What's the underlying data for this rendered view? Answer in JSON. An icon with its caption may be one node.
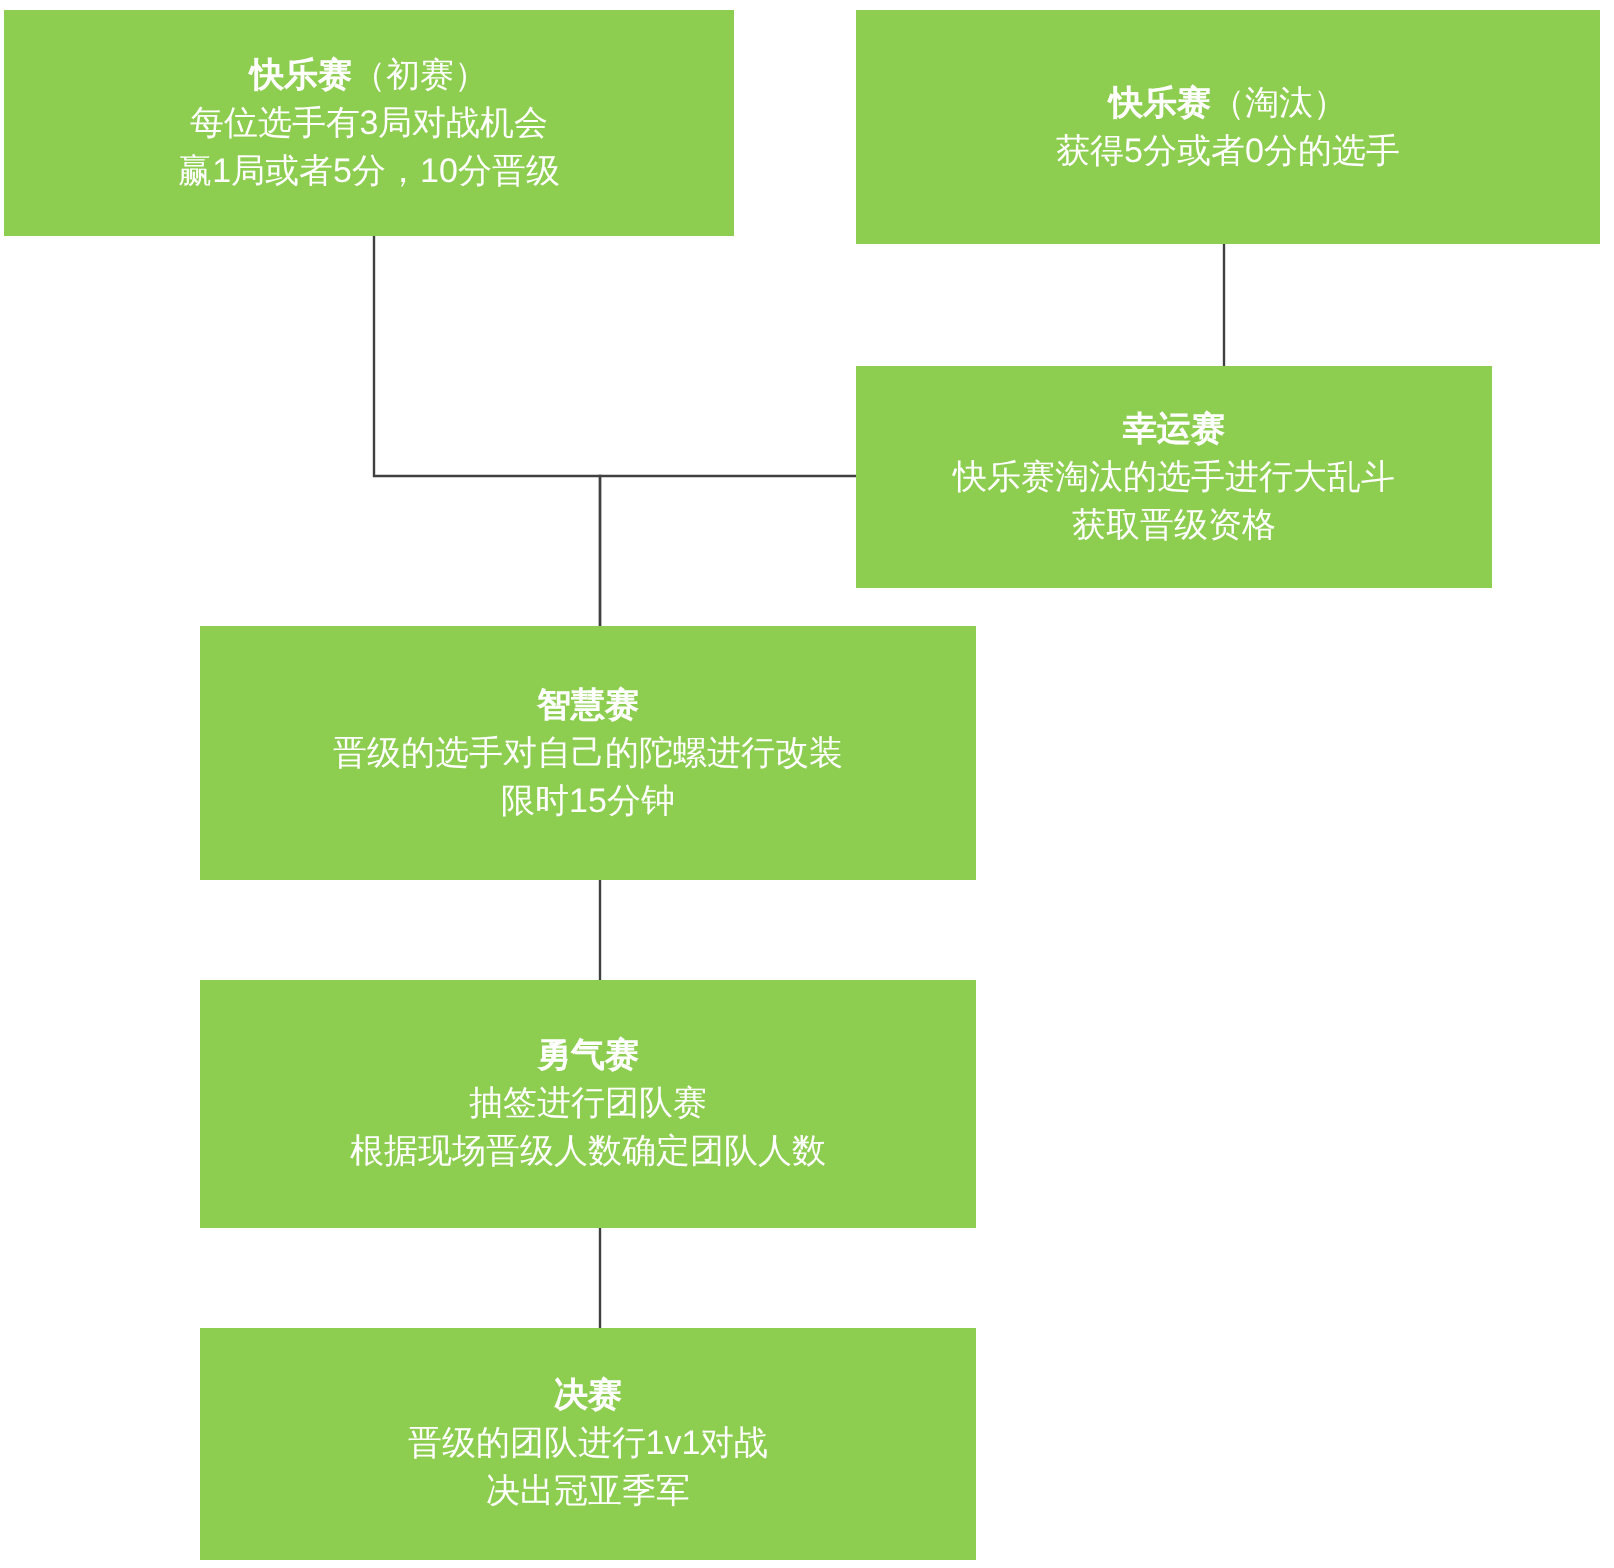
{
  "diagram": {
    "nodes": [
      {
        "text": [
          "**快乐赛**（初赛）",
          "每位选手有3局对战机会赢1局或者5分，10分晋级"
        ]
      },
      {
        "text": [
          "**快乐赛**（淘汰）",
          "获得5分或者0分的选手"
        ]
      },
      {
        "text": [
          "幸运赛",
          "快乐赛淘汰的选手进行大乱斗获取晋级资格"
        ]
      },
      {
        "text": [
          "智慧赛",
          "晋级的选手对自己的陀螺进行改装限时15分钟"
        ]
      },
      {
        "text": [
          "勇气赛",
          "抽签进行团队赛根据现场晋级人数确定团队人数"
        ]
      },
      {
        "text": [
          "决赛",
          "晋级的团队进行1v1对战决出冠亚季军"
        ]
      }
    ],
    "edges": [
      {
        "from": 0,
        "to": 3,
        "arrow": "none"
      },
      {
        "from": 1,
        "to": 2,
        "arrow": "none"
      },
      {
        "from": 2,
        "to": 3,
        "arrow": "none"
      },
      {
        "from": 3,
        "to": 4,
        "arrow": "none"
      },
      {
        "from": 4,
        "to": 5,
        "arrow": "none"
      }
    ]
  }
}
